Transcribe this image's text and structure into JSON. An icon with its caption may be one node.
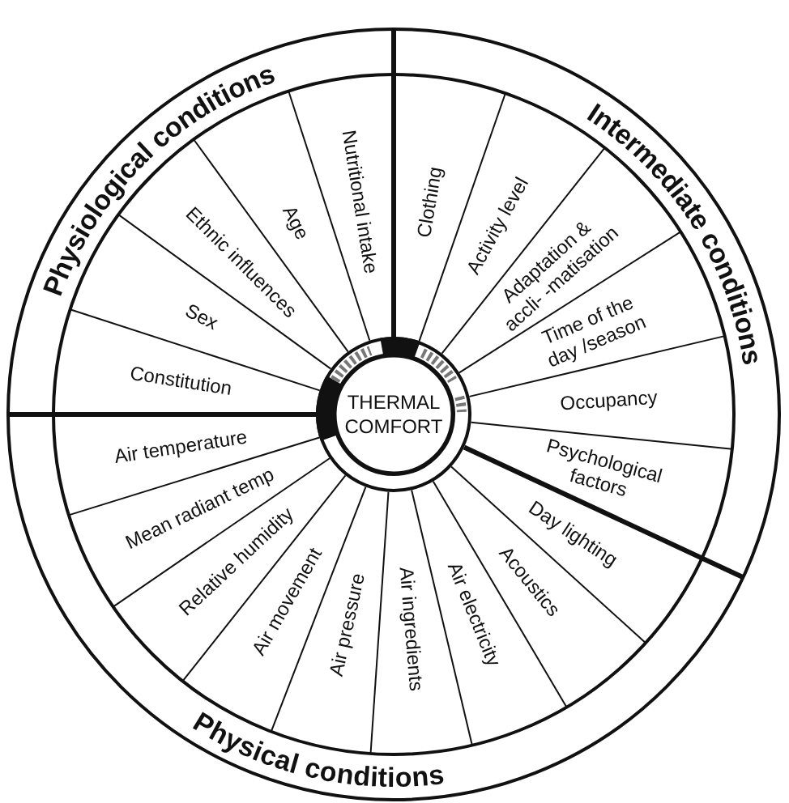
{
  "diagram": {
    "nodes": [
      {
        "text": [
          "THERMAL COMFORT"
        ]
      },
      {
        "text": [
          "Physiological conditions"
        ]
      },
      {
        "text": [
          "Constitution"
        ],
        "in": 1
      },
      {
        "text": [
          "Sex"
        ],
        "in": 1
      },
      {
        "text": [
          "Ethnic influences"
        ],
        "in": 1
      },
      {
        "text": [
          "Age"
        ],
        "in": 1
      },
      {
        "text": [
          "Nutritional intake"
        ],
        "in": 1
      },
      {
        "text": [
          "Intermediate conditions"
        ]
      },
      {
        "text": [
          "Clothing"
        ],
        "in": 7
      },
      {
        "text": [
          "Activity level"
        ],
        "in": 7
      },
      {
        "text": [
          "Adaptation & accli- -matisation"
        ],
        "in": 7
      },
      {
        "text": [
          "Time of the day /season"
        ],
        "in": 7
      },
      {
        "text": [
          "Occupancy"
        ],
        "in": 7
      },
      {
        "text": [
          "Psychological factors"
        ],
        "in": 7
      },
      {
        "text": [
          "Physical conditions"
        ]
      },
      {
        "text": [
          "Day lighting"
        ],
        "in": 14
      },
      {
        "text": [
          "Acoustics"
        ],
        "in": 14
      },
      {
        "text": [
          "Air electricity"
        ],
        "in": 14
      },
      {
        "text": [
          "Air ingredients"
        ],
        "in": 14
      },
      {
        "text": [
          "Air pressure"
        ],
        "in": 14
      },
      {
        "text": [
          "Air movement"
        ],
        "in": 14
      },
      {
        "text": [
          "Relative humidity"
        ],
        "in": 14
      },
      {
        "text": [
          "Mean radiant temp"
        ],
        "in": 14
      },
      {
        "text": [
          "Air temperature"
        ],
        "in": 14
      }
    ]
  }
}
